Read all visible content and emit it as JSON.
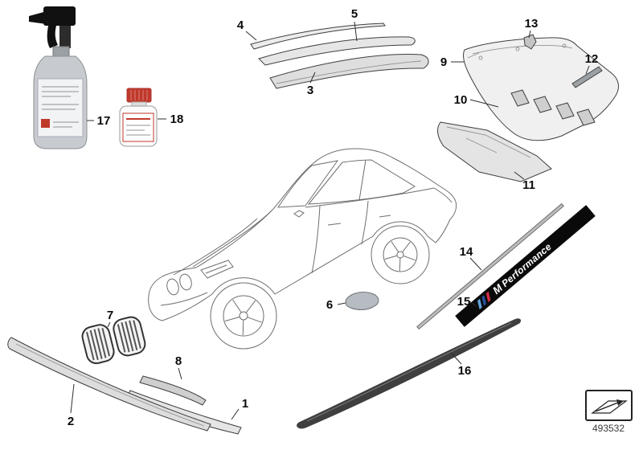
{
  "diagram_id": {
    "label": "493532"
  },
  "banner": {
    "m_logo": "M",
    "label": "Performance"
  },
  "colors": {
    "banner_bg": "#0a0a0a",
    "red_cap": "#c0392b",
    "label_red": "#c0392b",
    "m_light_blue": "#63a1d8",
    "m_dark_blue": "#27509b",
    "m_red": "#cf2e44"
  },
  "icons": {
    "diagram_link": "page-flip-icon",
    "spray_bottle": "cleaner-spray-bottle",
    "primer_bottle": "primer-bottle"
  },
  "callouts": [
    {
      "num": "1"
    },
    {
      "num": "2"
    },
    {
      "num": "3"
    },
    {
      "num": "4"
    },
    {
      "num": "5"
    },
    {
      "num": "6"
    },
    {
      "num": "7"
    },
    {
      "num": "8"
    },
    {
      "num": "9"
    },
    {
      "num": "10"
    },
    {
      "num": "11"
    },
    {
      "num": "12"
    },
    {
      "num": "13"
    },
    {
      "num": "14"
    },
    {
      "num": "15"
    },
    {
      "num": "16"
    },
    {
      "num": "17"
    },
    {
      "num": "18"
    }
  ]
}
